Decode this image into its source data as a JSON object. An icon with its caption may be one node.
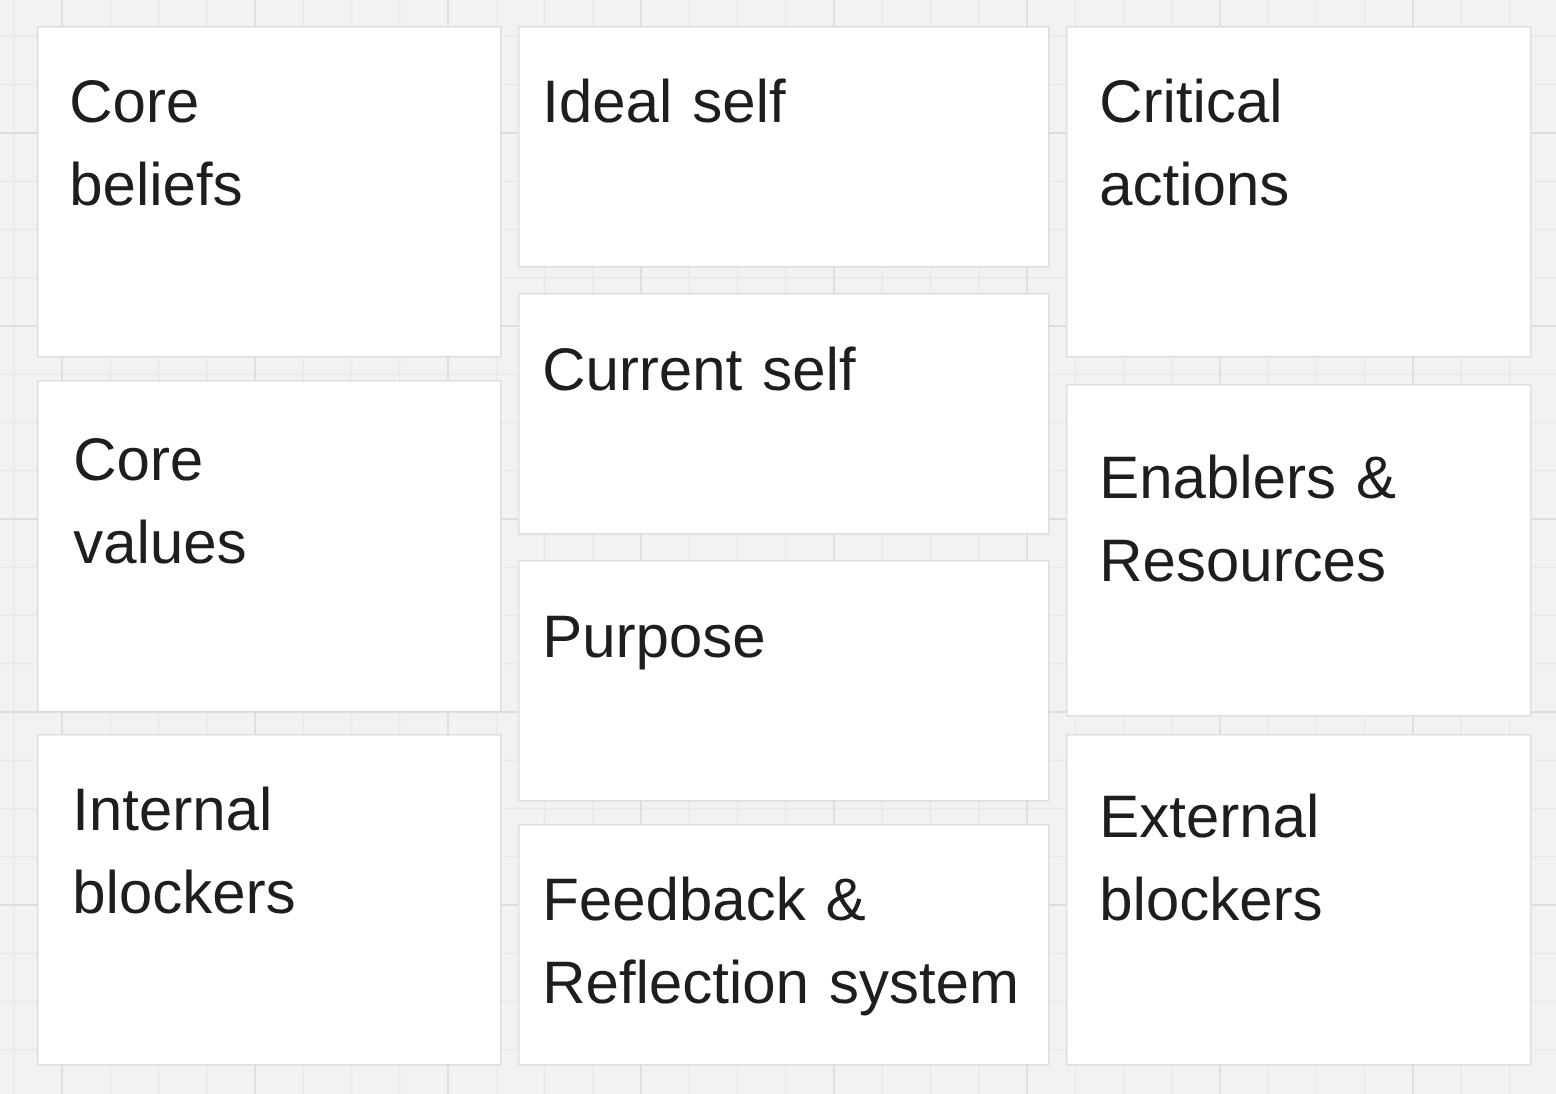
{
  "diagram": {
    "nodes": [
      {
        "text": [
          "Core beliefs"
        ]
      },
      {
        "text": [
          "Core values"
        ]
      },
      {
        "text": [
          "Internal blockers"
        ]
      },
      {
        "text": [
          "Ideal self"
        ]
      },
      {
        "text": [
          "Current self"
        ]
      },
      {
        "text": [
          "Purpose"
        ]
      },
      {
        "text": [
          "Feedback & Reflection system"
        ]
      },
      {
        "text": [
          "Critical actions"
        ]
      },
      {
        "text": [
          "Enablers & Resources"
        ]
      },
      {
        "text": [
          "External blockers"
        ]
      }
    ]
  }
}
